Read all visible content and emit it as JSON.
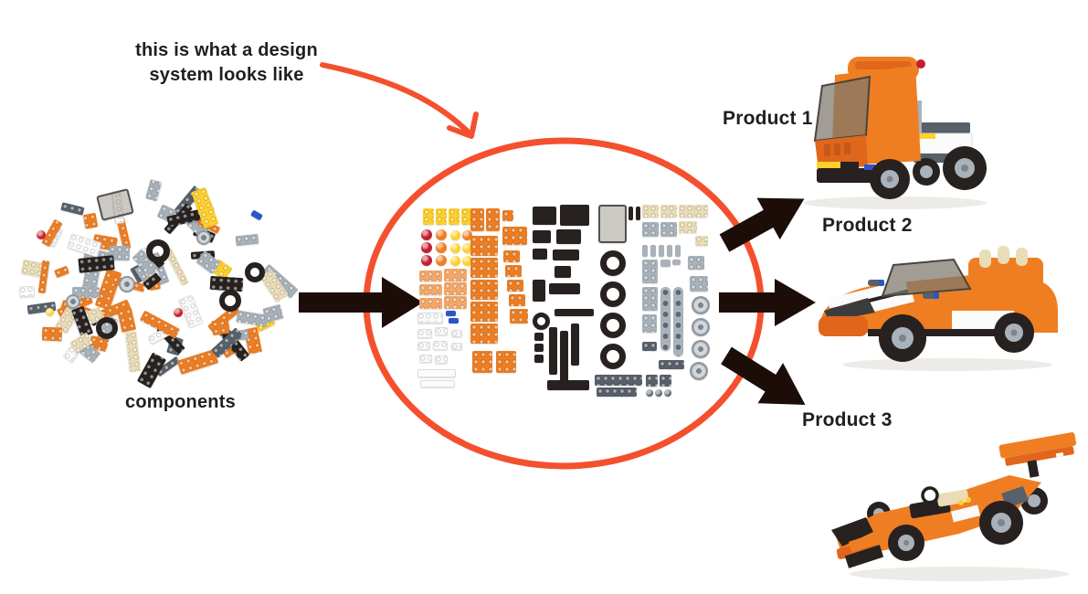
{
  "annotation": {
    "line1": "this is what a design",
    "line2": "system looks like"
  },
  "components_label": "components",
  "products": [
    {
      "label": "Product 1"
    },
    {
      "label": "Product 2"
    },
    {
      "label": "Product 3"
    }
  ],
  "colors": {
    "background": "#ffffff",
    "accent": "#f4502e",
    "arrow": "#1c0d08",
    "text": "#1f1f1f"
  },
  "lego_palette": {
    "orange": "#ef7e22",
    "dark_orange": "#e0661b",
    "light_orange": "#f6a868",
    "yellow": "#ffd02a",
    "red": "#c41e2f",
    "black": "#272120",
    "dark_gray": "#57606b",
    "gray": "#a9b2ba",
    "tan": "#e9dcb6",
    "white": "#fbfbfb",
    "blue": "#2a56c6",
    "trans_smoke": "#7d776c"
  }
}
